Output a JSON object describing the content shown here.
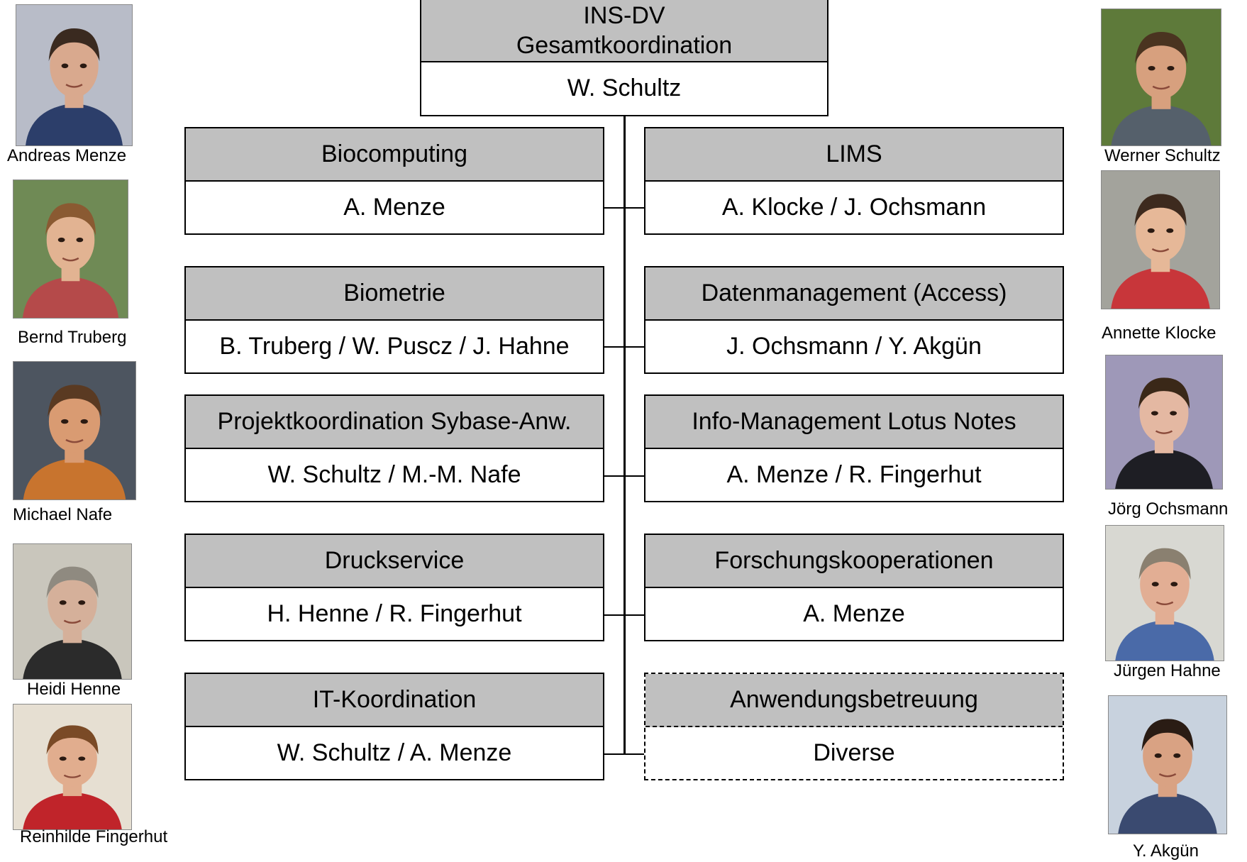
{
  "top": {
    "title_line1": "INS-DV",
    "title_line2": "Gesamtkoordination",
    "person": "W. Schultz"
  },
  "left_units": [
    {
      "title": "Biocomputing",
      "people": "A. Menze"
    },
    {
      "title": "Biometrie",
      "people": "B. Truberg / W. Puscz / J. Hahne"
    },
    {
      "title": "Projektkoordination Sybase-Anw.",
      "people": "W. Schultz / M.-M. Nafe"
    },
    {
      "title": "Druckservice",
      "people": "H. Henne / R. Fingerhut"
    },
    {
      "title": "IT-Koordination",
      "people": "W. Schultz / A. Menze"
    }
  ],
  "right_units": [
    {
      "title": "LIMS",
      "people": "A. Klocke / J. Ochsmann"
    },
    {
      "title": "Datenmanagement (Access)",
      "people": "J. Ochsmann / Y. Akgün"
    },
    {
      "title": "Info-Management Lotus Notes",
      "people": "A. Menze / R. Fingerhut"
    },
    {
      "title": "Forschungskooperationen",
      "people": "A. Menze"
    },
    {
      "title": "Anwendungsbetreuung",
      "people": "Diverse"
    }
  ],
  "left_photos": [
    {
      "caption": "Andreas Menze",
      "bg": "#b8bcc8",
      "skin": "#d9a98e",
      "hair": "#3a2a20",
      "shirt": "#2c3e6a"
    },
    {
      "caption": "Bernd Truberg",
      "bg": "#6f8a55",
      "skin": "#e2b392",
      "hair": "#8a5a32",
      "shirt": "#b54a4a"
    },
    {
      "caption": "Michael Nafe",
      "bg": "#4d5560",
      "skin": "#d99b72",
      "hair": "#5a3a22",
      "shirt": "#c8742e"
    },
    {
      "caption": "Heidi Henne",
      "bg": "#c9c6bc",
      "skin": "#d5b09a",
      "hair": "#8f8a80",
      "shirt": "#2b2b2b"
    },
    {
      "caption": "Reinhilde Fingerhut",
      "bg": "#e6dfd2",
      "skin": "#e1ad8e",
      "hair": "#7a4a26",
      "shirt": "#c0242a"
    }
  ],
  "right_photos": [
    {
      "caption": "Werner Schultz",
      "bg": "#5e7a3a",
      "skin": "#d7a07e",
      "hair": "#4a3420",
      "shirt": "#55606b"
    },
    {
      "caption": "Annette Klocke",
      "bg": "#a3a39c",
      "skin": "#e6b898",
      "hair": "#3d2a1e",
      "shirt": "#c8363a"
    },
    {
      "caption": "Jörg Ochsmann",
      "bg": "#9e98b8",
      "skin": "#e4b8a2",
      "hair": "#3a2818",
      "shirt": "#1e1e24"
    },
    {
      "caption": "Jürgen Hahne",
      "bg": "#d8d8d2",
      "skin": "#e2ae94",
      "hair": "#8a8070",
      "shirt": "#4a6aa8"
    },
    {
      "caption": "Y. Akgün",
      "bg": "#c8d2de",
      "skin": "#d9a283",
      "hair": "#2a1c14",
      "shirt": "#3a4a70"
    }
  ]
}
